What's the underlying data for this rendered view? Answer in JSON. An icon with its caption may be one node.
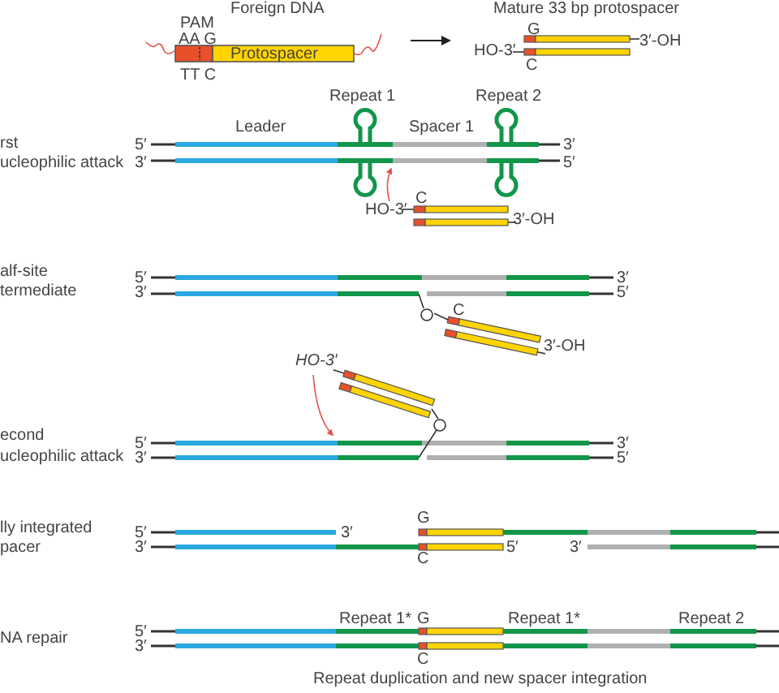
{
  "diagram": {
    "caption": "Repeat duplication and new spacer integration",
    "labels": [
      "Foreign DNA",
      "Mature 33 bp protospacer",
      "PAM",
      "AA G",
      "Protospacer",
      "TT C",
      "G",
      "HO-3′",
      "3′-OH",
      "C",
      "Repeat 1",
      "Repeat 2",
      "Leader",
      "Spacer 1",
      "rst",
      "5′",
      "3′",
      "ucleophilic attack",
      "3′",
      "5′",
      "C",
      "HO-3′",
      "3′-OH",
      "alf-site",
      "5′",
      "3′",
      "termediate",
      "3′",
      "5′",
      "C",
      "3′-OH",
      "HO-3′",
      "econd",
      "5′",
      "3′",
      "ucleophilic attack",
      "3′",
      "5′",
      "lly integrated",
      "G",
      "5′",
      "3′",
      "pacer",
      "3′",
      "5′",
      "3′",
      "C",
      "Repeat 1*",
      "G",
      "Repeat 1*",
      "Repeat 2",
      "5′",
      "NA repair",
      "3′",
      "C"
    ]
  }
}
